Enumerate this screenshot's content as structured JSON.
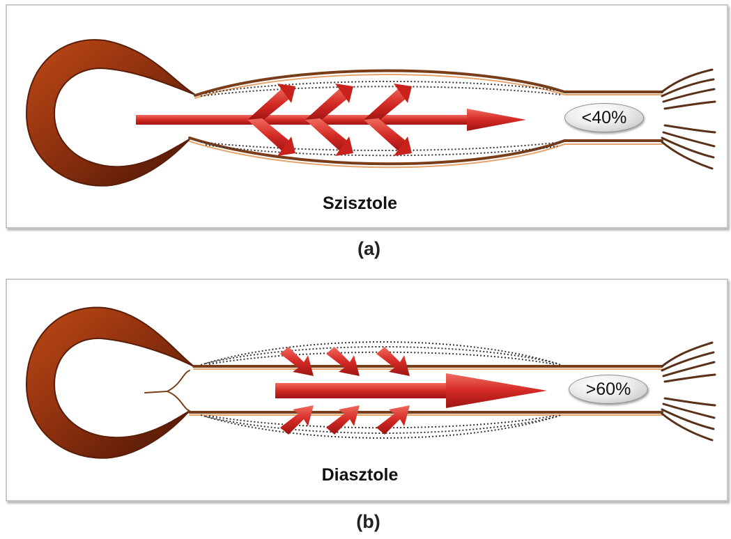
{
  "panels": [
    {
      "id": "a",
      "phase_label": "Szisztole",
      "percent_label": "<40%",
      "caption": "(a)"
    },
    {
      "id": "b",
      "phase_label": "Diasztole",
      "percent_label": ">60%",
      "caption": "(b)"
    }
  ],
  "colors": {
    "arrow_red": "#d42a25",
    "muscle_brown": "#8a2f0e",
    "vessel_outline": "#7a3d1a",
    "dotted_fibers": "#333333"
  }
}
